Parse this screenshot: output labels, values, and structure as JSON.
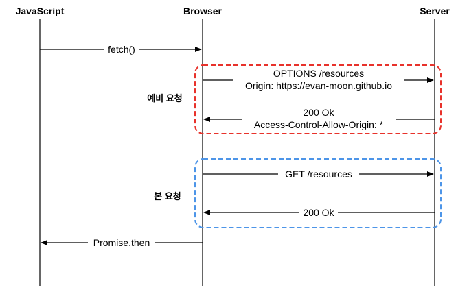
{
  "actors": {
    "javascript": "JavaScript",
    "browser": "Browser",
    "server": "Server"
  },
  "groups": {
    "preflight": {
      "label": "예비 요청",
      "color": "#e8322b"
    },
    "main": {
      "label": "본 요청",
      "color": "#4d95e8"
    }
  },
  "messages": {
    "fetch": "fetch()",
    "options_line1": "OPTIONS /resources",
    "options_line2": "Origin: https://evan-moon.github.io",
    "preflight_resp_line1": "200 Ok",
    "preflight_resp_line2": "Access-Control-Allow-Origin: *",
    "get": "GET /resources",
    "main_resp": "200 Ok",
    "promise_then": "Promise.then"
  }
}
